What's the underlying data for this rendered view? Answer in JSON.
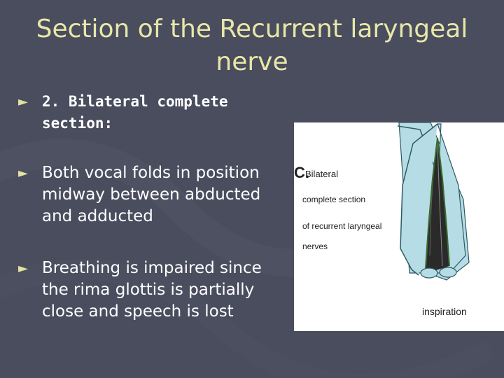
{
  "slide": {
    "title": "Section of the Recurrent laryngeal nerve",
    "bullets": [
      {
        "arrow": "►",
        "text": "2. Bilateral complete section:"
      },
      {
        "arrow": "►",
        "text": "Both vocal folds in position midway between abducted and adducted"
      },
      {
        "arrow": "►",
        "text": "Breathing is impaired since the rima glottis is partially close and speech is lost"
      }
    ],
    "figure": {
      "letter": "C.",
      "caption_lines": [
        "Bilateral",
        "complete section",
        "of recurrent laryngeal",
        "nerves"
      ],
      "label": "inspiration"
    }
  },
  "colors": {
    "background": "#4a4d5e",
    "title": "#e8e7a8",
    "text": "#ffffff",
    "fold_blue": "#b6dde6",
    "fold_dark": "#2a2a2a"
  }
}
